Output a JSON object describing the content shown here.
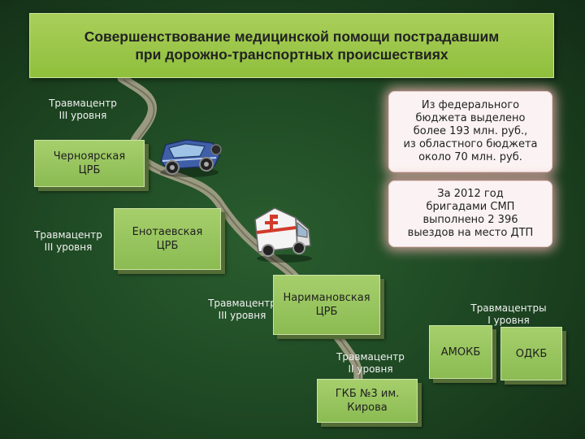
{
  "title": "Совершенствование медицинской помощи пострадавшим\nпри дорожно-транспортных происшествиях",
  "road_color": "#9a9a80",
  "labels": {
    "trauma3_top": "Травмацентр\nIII уровня",
    "trauma3_left": "Травмацентр\nIII уровня",
    "trauma3_mid": "Травмацентр\nIII уровня",
    "trauma2": "Травмацентр\nII уровня",
    "trauma1": "Травмацентры\nI уровня"
  },
  "boxes": {
    "chernoyarsk": "Черноярская\nЦРБ",
    "enotaevsk": "Енотаевская\nЦРБ",
    "narimanov": "Наримановская\nЦРБ",
    "gkb3": "ГКБ №3 им.\nКирова",
    "amokb": "АМОКБ",
    "odkb": "ОДКБ"
  },
  "info": {
    "budget": "Из федерального\nбюджета выделено\nболее 193 млн. руб.,\nиз областного бюджета\nоколо 70 млн. руб.",
    "smp": "За 2012 год\nбригадами СМП\nвыполнено 2 396\nвыездов на место ДТП"
  },
  "icons": {
    "wrecked_car": "overturned-car-icon",
    "ambulance": "ambulance-icon"
  }
}
